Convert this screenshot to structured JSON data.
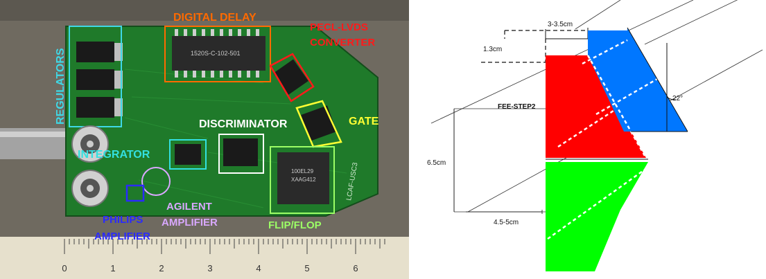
{
  "photo": {
    "labels": {
      "digital_delay": "DIGITAL DELAY",
      "pecl_lvds": "PECL-LVDS",
      "converter": "CONVERTER",
      "regulators": "REGULATORS",
      "gate": "GATE",
      "discriminator": "DISCRIMINATOR",
      "integrator": "INTEGRATOR",
      "agilent": "AGILENT",
      "agilent_amp": "AMPLIFIER",
      "philips": "PHILIPS",
      "philips_amp": "AMPLIFIER",
      "flipflop": "FLIP/FLOP"
    },
    "chip_text": {
      "delay_chip": "1520S-C-102-501",
      "flipflop_chip_1": "100EL29",
      "flipflop_chip_2": "XAAG412",
      "board_id": "LCAF-USC3"
    },
    "ruler_ticks": [
      "0",
      "1",
      "2",
      "3",
      "4",
      "5",
      "6"
    ],
    "colors": {
      "digital_delay": "#ff6a00",
      "pecl_lvds": "#ff1a1a",
      "regulators": "#3fd8e6",
      "gate": "#ffff33",
      "discriminator": "#ffffff",
      "integrator": "#33e0e0",
      "agilent": "#d9a8ff",
      "philips": "#2a2aff",
      "flipflop": "#9cff66",
      "board": "#1f7a2a"
    }
  },
  "diagram": {
    "dims": {
      "d1": "3-3.5cm",
      "d2": "1.3cm",
      "d3": "22°",
      "d4": "6.5cm",
      "d5": "4.5-5cm"
    },
    "label": "FEE-STEP2",
    "colors": {
      "red": "#ff0000",
      "blue": "#0077ff",
      "green": "#00ff00"
    }
  }
}
